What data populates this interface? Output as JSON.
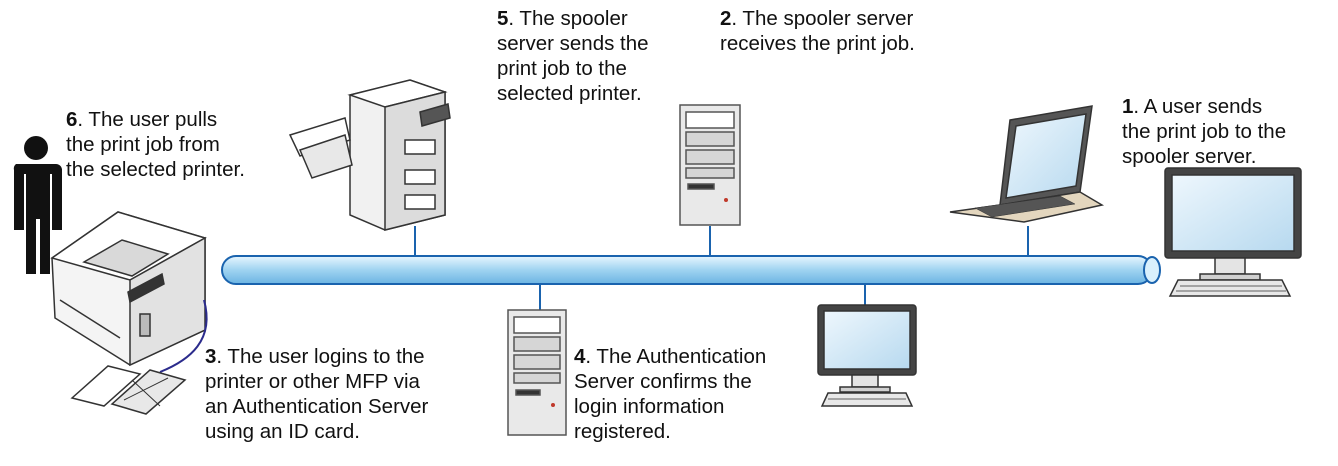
{
  "steps": [
    {
      "num": "1",
      "text": ". A user sends\nthe print job to the\nspooler server."
    },
    {
      "num": "2",
      "text": ". The spooler server\nreceives the print job."
    },
    {
      "num": "3",
      "text": ". The user logins to the\nprinter or other MFP via\nan Authentication Server\nusing an ID card."
    },
    {
      "num": "4",
      "text": ". The Authentication\nServer confirms the\nlogin information\nregistered."
    },
    {
      "num": "5",
      "text": ". The spooler\nserver sends the\nprint job to the\nselected printer."
    },
    {
      "num": "6",
      "text": ". The user pulls\nthe print job from\nthe selected printer."
    }
  ],
  "colors": {
    "network_fill": "#bfe3f8",
    "network_stroke": "#1a63ae",
    "device_fill": "#ffffff",
    "device_stroke": "#333333",
    "screen_fill": "#cfe7f6",
    "person": "#111111",
    "cable": "#2b2b8c"
  },
  "icons": [
    "person-icon",
    "laser-printer-icon",
    "mfp-copier-icon",
    "spooler-server-tower-icon",
    "auth-server-tower-icon",
    "laptop-icon",
    "desktop-monitor-icon",
    "id-card-reader-icon"
  ]
}
